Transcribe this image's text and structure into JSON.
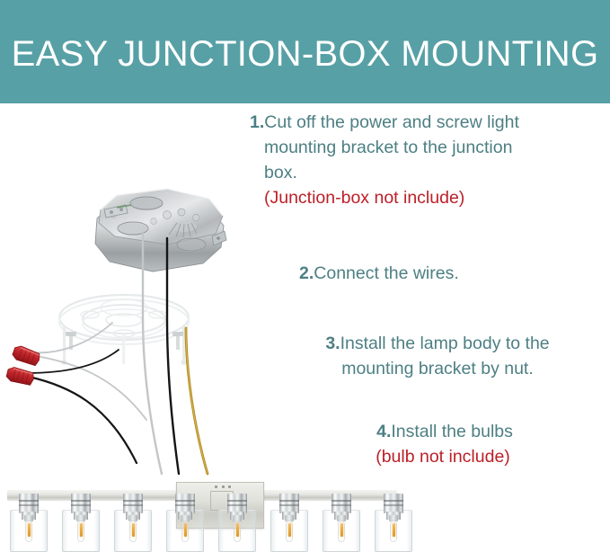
{
  "header": {
    "title": "EASY JUNCTION-BOX MOUNTING",
    "background_color": "#57a0a6",
    "text_color": "#ffffff"
  },
  "colors": {
    "teal_band": "#57a0a6",
    "instruction_text": "#4d7f83",
    "note_text": "#bc2028",
    "page_background": "#ffffff"
  },
  "instructions": {
    "step1": {
      "number": "1.",
      "line1": "Cut off the power and screw light",
      "line2": "mounting bracket to the junction",
      "line3": "box.",
      "note": "(Junction-box not include)"
    },
    "step2": {
      "number": "2.",
      "text": "Connect the wires."
    },
    "step3": {
      "number": "3.",
      "line1": "Install the lamp body to the",
      "line2": "mounting bracket by nut."
    },
    "step4": {
      "number": "4.",
      "text": "Install the bulbs",
      "note": "(bulb not include)"
    }
  },
  "diagram": {
    "junction_box_label": "octagonal-metal-junction-box",
    "mounting_bracket_label": "round-mounting-bracket-plate",
    "wire_nuts": [
      {
        "name": "wire-nut-upper",
        "color": "#c0262b"
      },
      {
        "name": "wire-nut-lower",
        "color": "#c0262b"
      }
    ],
    "wires": [
      {
        "name": "black-hot-wire",
        "color": "#1a1a1a"
      },
      {
        "name": "white-neutral-wire",
        "color": "#b9bcbe"
      },
      {
        "name": "ground-wire",
        "color": "#b08a20"
      }
    ]
  },
  "fixture": {
    "name": "8-light-vanity-bar",
    "light_count": 8,
    "bar_finish_color": "#e6e6e2",
    "glass_shade": "clear-cylinder-glass",
    "bulb_type": "edison-led-filament",
    "bulb_color": "#e8a93f",
    "lamp_positions": [
      8,
      66,
      124,
      182,
      240,
      298,
      356,
      414
    ]
  }
}
